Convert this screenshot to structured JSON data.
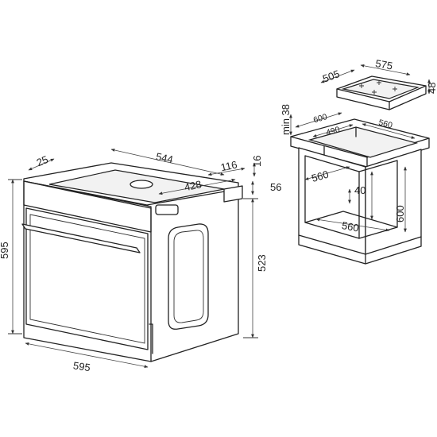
{
  "labels": {
    "oven_top_depth": "544",
    "oven_side_offset": "25",
    "oven_rear_depth": "116",
    "oven_top_thickness": "16",
    "oven_inner_depth": "428",
    "oven_rear_step": "56",
    "oven_height": "595",
    "oven_body_height": "523",
    "oven_width": "595",
    "hob_depth": "505",
    "hob_width": "575",
    "hob_thickness": "48",
    "cabinet_min_gap": "min 38",
    "cabinet_width": "600",
    "cutout_depth": "490",
    "cutout_width": "560",
    "niche_depth": "560",
    "vent_gap": "40",
    "niche_height": "600",
    "niche_width": "560"
  }
}
